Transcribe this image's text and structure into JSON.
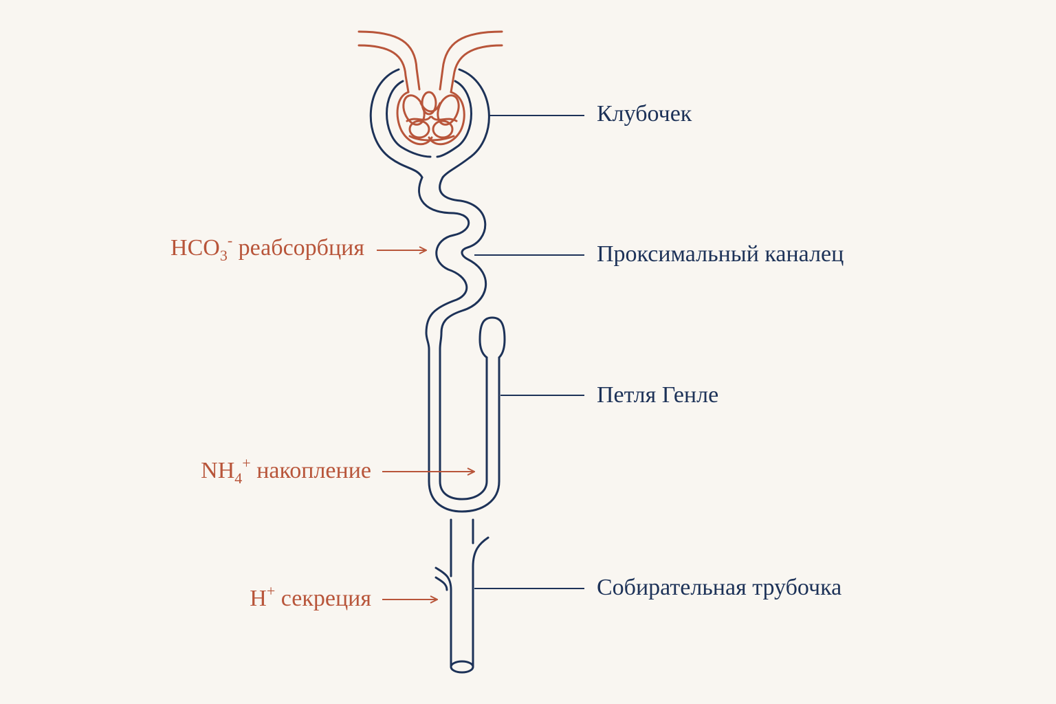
{
  "colors": {
    "background": "#f9f6f1",
    "tubule": "#1d3258",
    "vessel": "#b8553a",
    "label_right": "#1d3258",
    "label_left": "#b8553a"
  },
  "labels": {
    "glomerulus": "Клубочек",
    "proximal_tubule": "Проксимальный каналец",
    "loop_of_henle": "Петля Генле",
    "collecting_duct": "Собирательная трубочка"
  },
  "annotations": {
    "hco3": {
      "base": "HCO",
      "sub": "3",
      "sup": "-",
      "text": "реабсорбция"
    },
    "nh4": {
      "base": "NH",
      "sub": "4",
      "sup": "+",
      "text": "накопление"
    },
    "h": {
      "base": "H",
      "sup": "+",
      "text": "секреция"
    }
  }
}
